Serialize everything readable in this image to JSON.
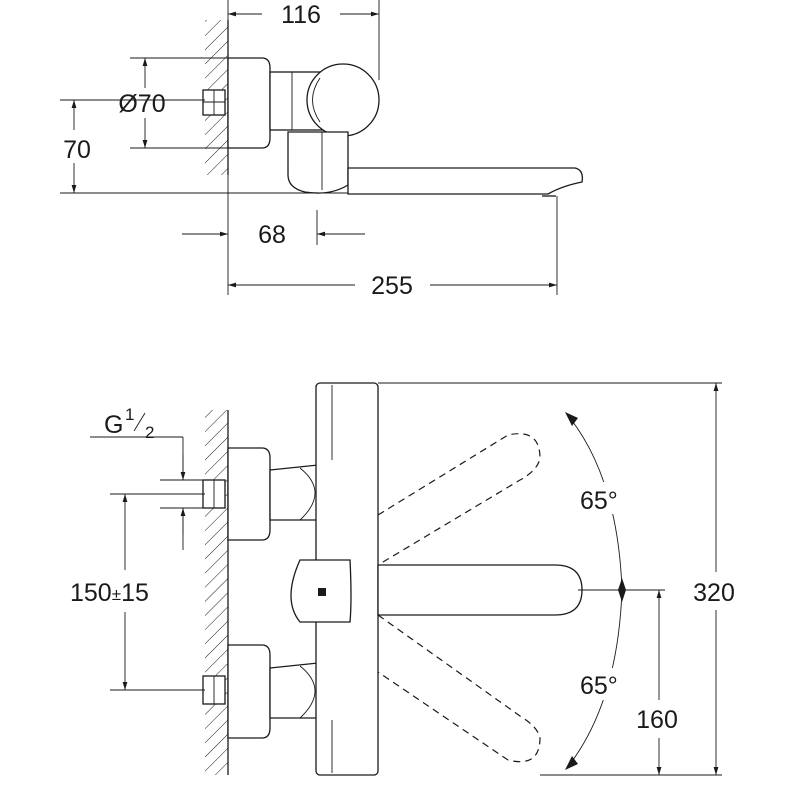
{
  "top_view": {
    "dim_116": "116",
    "dim_diam70": "Ø70",
    "dim_70": "70",
    "dim_68": "68",
    "dim_255": "255"
  },
  "front_view": {
    "thread_g": "G",
    "thread_num": "1",
    "thread_den": "2",
    "dim_150": "150",
    "dim_pm": "±",
    "dim_15": "15",
    "angle_upper": "65°",
    "angle_lower": "65°",
    "dim_320": "320",
    "dim_160": "160"
  }
}
